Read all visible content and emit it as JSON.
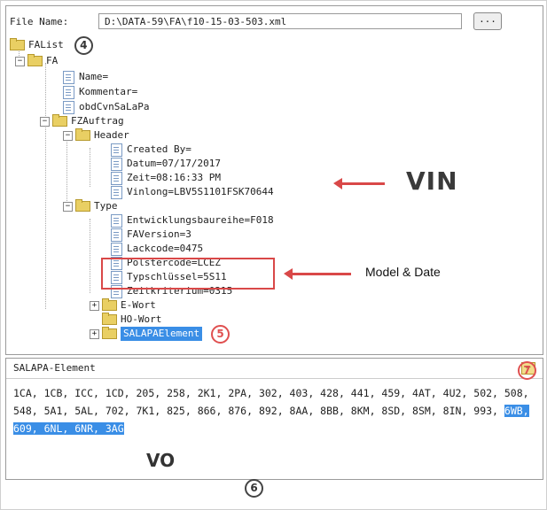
{
  "file": {
    "label": "File Name:",
    "path": "D:\\DATA-59\\FA\\f10-15-03-503.xml",
    "browse_label": "..."
  },
  "annotations": {
    "n4": "4",
    "n5": "5",
    "n6": "6",
    "n7": "7",
    "vin": "VIN",
    "model_date": "Model & Date",
    "vo": "VO"
  },
  "tree": {
    "falist": "FAList",
    "fa": "FA",
    "name": "Name=",
    "kommentar": "Kommentar=",
    "obd": "obdCvnSaLaPa",
    "fzauftrag": "FZAuftrag",
    "header": "Header",
    "created_by": "Created By=",
    "datum": "Datum=07/17/2017",
    "zeit": "Zeit=08:16:33 PM",
    "vinlong": "Vinlong=LBV5S1101FSK70644",
    "type": "Type",
    "entw": "Entwicklungsbaureihe=F018",
    "faversion": "FAVersion=3",
    "lackcode": "Lackcode=0475",
    "polstercode": "Polstercode=LCEZ",
    "typschluessel": "Typschlüssel=5S11",
    "zeitkriterium": "Zeitkriterium=0315",
    "ewort": "E-Wort",
    "howort": "HO-Wort",
    "salapa": "SALAPAElement"
  },
  "bottom": {
    "title": "SALAPA-Element",
    "icon": "exit-icon",
    "codes_plain": "1CA, 1CB, ICC, 1CD, 205, 258, 2K1, 2PA, 302, 403, 428, 441, 459, 4AT, 4U2, 502, 508, 548, 5A1, 5AL, 702, 7K1, 825, 866, 876, 892, 8AA, 8BB, 8KM, 8SD, 8SM, 8IN, 993,",
    "codes_highlight": "6WB, 609, 6NL, 6NR, 3AG"
  },
  "colors": {
    "selection": "#3a8ee6",
    "annotation_red": "#d94848",
    "folder": "#e9cf63"
  }
}
